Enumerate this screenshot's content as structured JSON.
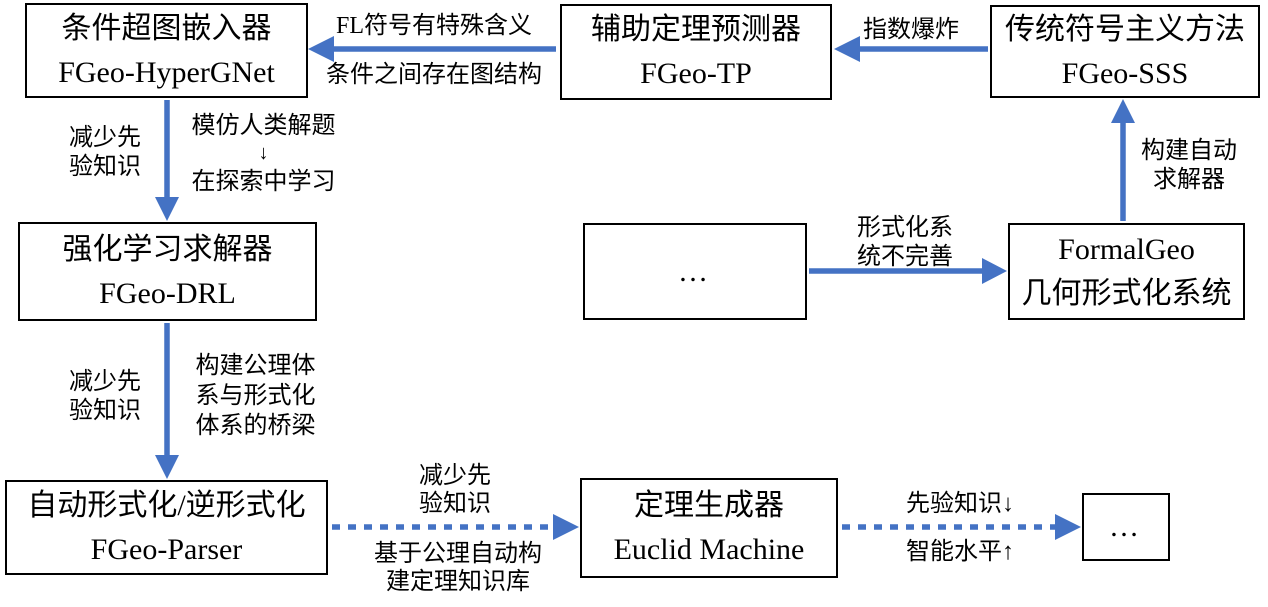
{
  "diagram": {
    "colors": {
      "arrow_blue": "#4472C4",
      "box_border": "#000000",
      "box_fill": "#ffffff",
      "text": "#000000"
    },
    "boxes": [
      {
        "title": "条件超图嵌入器",
        "subtitle": "FGeo-HyperGNet"
      },
      {
        "title": "辅助定理预测器",
        "subtitle": "FGeo-TP"
      },
      {
        "title": "传统符号主义方法",
        "subtitle": "FGeo-SSS"
      },
      {
        "title": "强化学习求解器",
        "subtitle": "FGeo-DRL"
      },
      {
        "title": "…",
        "subtitle": ""
      },
      {
        "title": "FormalGeo",
        "subtitle": "几何形式化系统"
      },
      {
        "title": "自动形式化/逆形式化",
        "subtitle": "FGeo-Parser"
      },
      {
        "title": "定理生成器",
        "subtitle": "Euclid Machine"
      },
      {
        "title": "…",
        "subtitle": ""
      }
    ],
    "labels": {
      "fl_special": "FL符号有特殊含义",
      "graph_structure": "条件之间存在图结构",
      "exp_explosion": "指数爆炸",
      "reduce_prior_1a": "减少先",
      "reduce_prior_1b": "验知识",
      "imitate_human": "模仿人类解题",
      "imitate_down_arrow": "↓",
      "learn_in_explore": "在探索中学习",
      "build_solver_1": "构建自动",
      "build_solver_2": "求解器",
      "formal_incomplete_1": "形式化系",
      "formal_incomplete_2": "统不完善",
      "reduce_prior_2a": "减少先",
      "reduce_prior_2b": "验知识",
      "bridge_1": "构建公理体",
      "bridge_2": "系与形式化",
      "bridge_3": "体系的桥梁",
      "reduce_prior_3a": "减少先",
      "reduce_prior_3b": "验知识",
      "axiom_kb_1": "基于公理自动构",
      "axiom_kb_2": "建定理知识库",
      "prior_knowledge_down": "先验知识↓",
      "intelligence_up": "智能水平↑"
    },
    "edges": [
      {
        "from": "辅助定理预测器 FGeo-TP",
        "to": "条件超图嵌入器 FGeo-HyperGNet",
        "style": "solid"
      },
      {
        "from": "传统符号主义方法 FGeo-SSS",
        "to": "辅助定理预测器 FGeo-TP",
        "style": "solid"
      },
      {
        "from": "条件超图嵌入器 FGeo-HyperGNet",
        "to": "强化学习求解器 FGeo-DRL",
        "style": "solid"
      },
      {
        "from": "FormalGeo 几何形式化系统",
        "to": "传统符号主义方法 FGeo-SSS",
        "style": "solid"
      },
      {
        "from": "…",
        "to": "FormalGeo 几何形式化系统",
        "style": "solid"
      },
      {
        "from": "强化学习求解器 FGeo-DRL",
        "to": "自动形式化/逆形式化 FGeo-Parser",
        "style": "solid"
      },
      {
        "from": "自动形式化/逆形式化 FGeo-Parser",
        "to": "定理生成器 Euclid Machine",
        "style": "dashed"
      },
      {
        "from": "定理生成器 Euclid Machine",
        "to": "…",
        "style": "dashed"
      }
    ]
  }
}
